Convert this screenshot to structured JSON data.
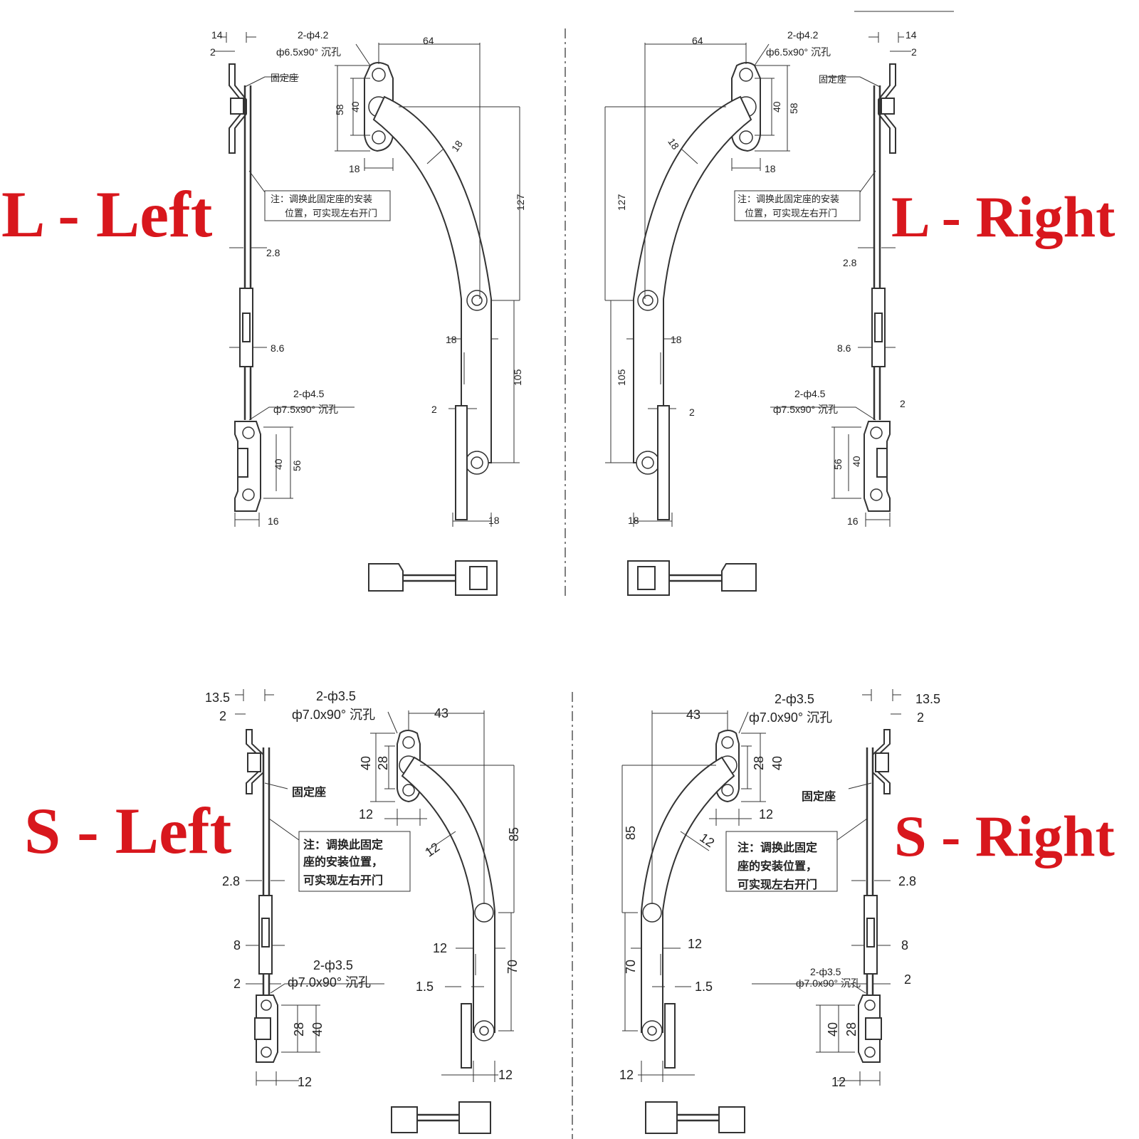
{
  "labels": {
    "L_left": "L - Left",
    "L_right": "L - Right",
    "S_left": "S - Left",
    "S_right": "S - Right"
  },
  "L": {
    "hole_top_1": "2-ф4.2",
    "hole_top_2": "ф6.5x90° 沉孔",
    "hole_bot_1": "2-ф4.5",
    "hole_bot_2": "ф7.5x90° 沉孔",
    "seat": "固定座",
    "note_1": "注：调换此固定座的安装",
    "note_2": "位置，可实现左右开门",
    "d14": "14",
    "d2a": "2",
    "d64": "64",
    "d58": "58",
    "d40a": "40",
    "d18a": "18",
    "d18b": "18",
    "d127": "127",
    "d2_8": "2.8",
    "d8_6": "8.6",
    "d18c": "18",
    "d105": "105",
    "d2b": "2",
    "d40b": "40",
    "d56": "56",
    "d16": "16",
    "d18d": "18"
  },
  "S": {
    "hole_top_1": "2-ф3.5",
    "hole_top_2": "ф7.0x90° 沉孔",
    "hole_bot_1": "2-ф3.5",
    "hole_bot_2": "ф7.0x90° 沉孔",
    "hole_bot_1_r": "2-ф3.5",
    "hole_bot_2_r": "ф7.0x90° 沉孔",
    "seat": "固定座",
    "note_1": "注：调换此固定",
    "note_2": "座的安装位置，",
    "note_3": "可实现左右开门",
    "d13_5": "13.5",
    "d2a": "2",
    "d43": "43",
    "d40a": "40",
    "d28a": "28",
    "d12a": "12",
    "d12b": "12",
    "d85": "85",
    "d2_8": "2.8",
    "d8": "8",
    "d2b": "2",
    "d12c": "12",
    "d70": "70",
    "d1_5": "1.5",
    "d28b": "28",
    "d40b": "40",
    "d12d": "12",
    "d12e": "12"
  }
}
